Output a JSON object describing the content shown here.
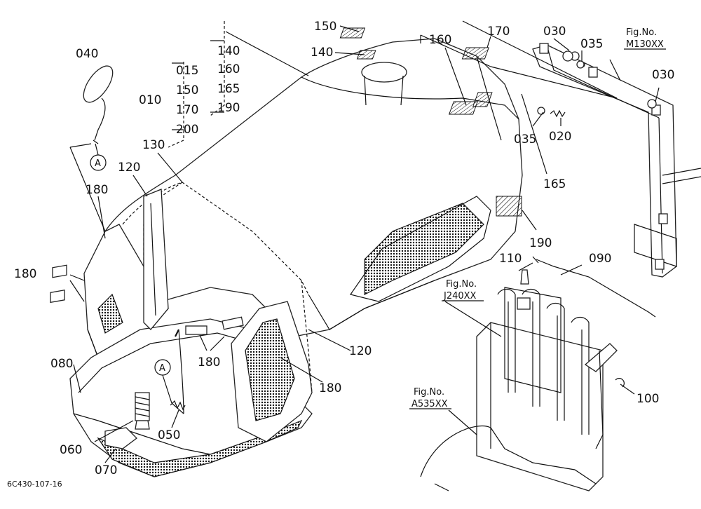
{
  "labels": {
    "p040": "040",
    "p010": "010",
    "p015": "015",
    "p150a": "150",
    "p170a": "170",
    "p200": "200",
    "p140a": "140",
    "p160a": "160",
    "p165a": "165",
    "p190a": "190",
    "p150": "150",
    "p140": "140",
    "p160": "160",
    "p170": "170",
    "p030a": "030",
    "p035a": "035",
    "p030b": "030",
    "p035b": "035",
    "p020": "020",
    "p165": "165",
    "p130": "130",
    "p120a": "120",
    "p180a": "180",
    "p180b": "180",
    "p190": "190",
    "p110": "110",
    "p090": "090",
    "p180c": "180",
    "p120b": "120",
    "p180d": "180",
    "p080": "080",
    "p050": "050",
    "p060": "060",
    "p070": "070",
    "p100": "100",
    "circleA1": "A",
    "circleA2": "A"
  },
  "refs": {
    "fig_m130_title": "Fig.No.",
    "fig_m130_code": "M130XX",
    "fig_j240_title": "Fig.No.",
    "fig_j240_code": "J240XX",
    "fig_a535_title": "Fig.No.",
    "fig_a535_code": "A535XX"
  },
  "drawing_id": "6C430-107-16"
}
